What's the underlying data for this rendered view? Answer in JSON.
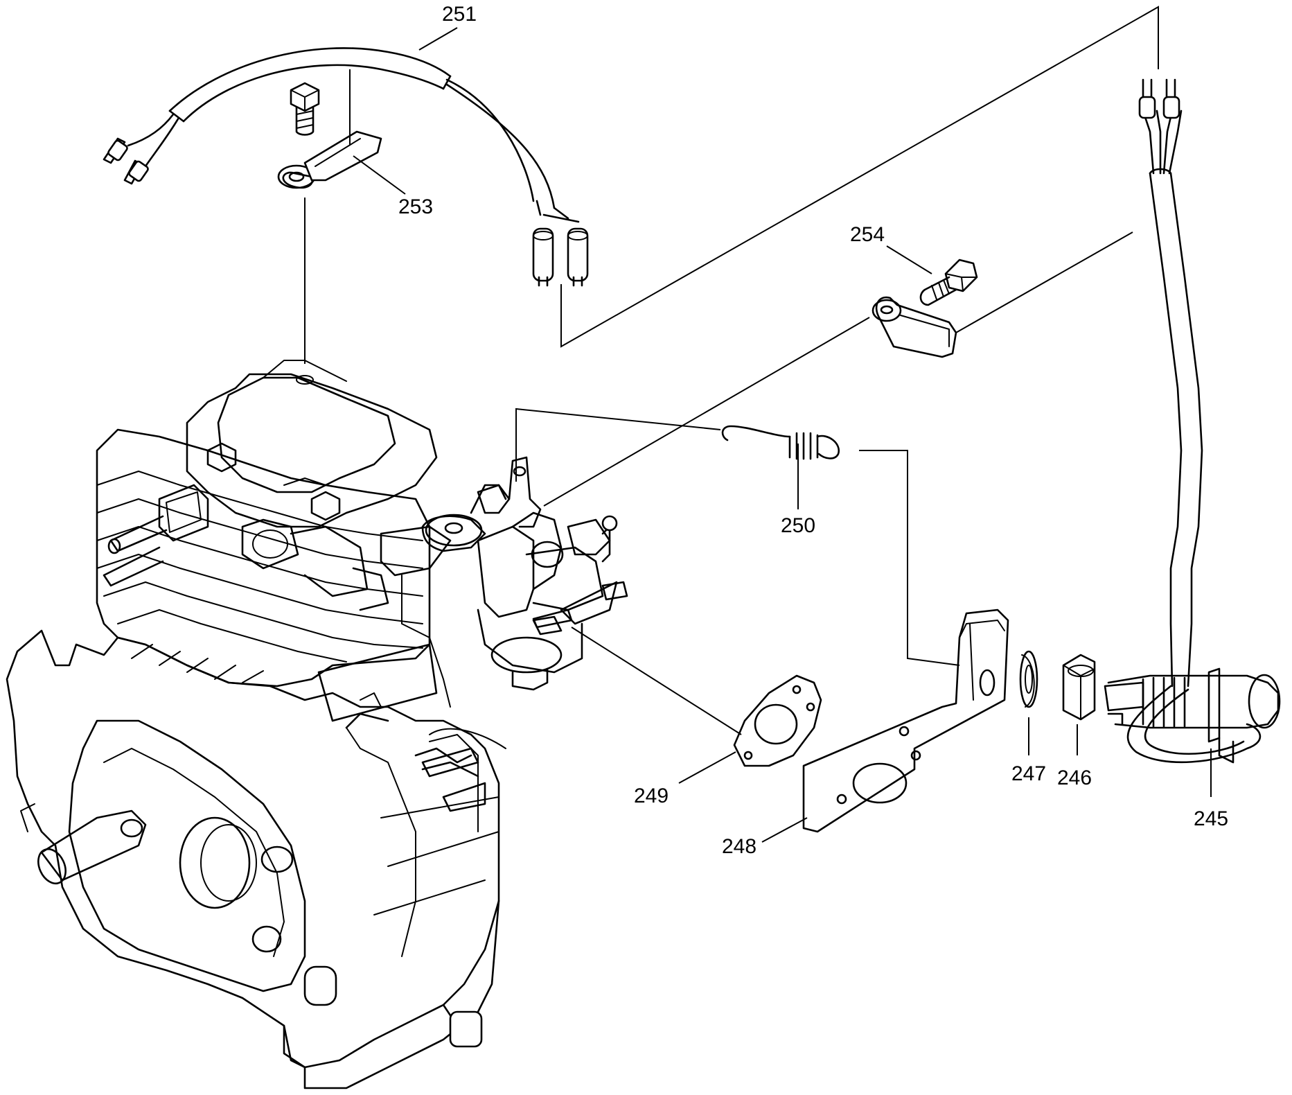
{
  "labels": {
    "p245": "245",
    "p246": "246",
    "p247": "247",
    "p248": "248",
    "p249": "249",
    "p250": "250",
    "p251": "251",
    "p253": "253",
    "p254": "254"
  },
  "colors": {
    "line": "#000000",
    "background": "#ffffff"
  }
}
